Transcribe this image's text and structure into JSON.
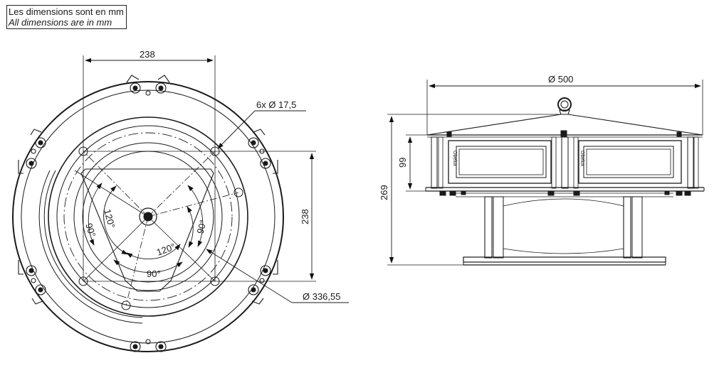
{
  "units_note": {
    "fr": "Les dimensions sont en mm",
    "en": "All dimensions are in mm"
  },
  "top_view": {
    "dim_hole_spacing_x": "238",
    "dim_hole_spacing_y": "238",
    "hole_callout": "6x  Ø 17,5",
    "bolt_circle": "Ø 336,55",
    "angle_120_a": "120°",
    "angle_120_b": "120°",
    "angle_90_a": "90°",
    "angle_90_b": "90°",
    "angle_90_c": "90°"
  },
  "side_view": {
    "dim_overall_diameter": "Ø 500",
    "dim_total_height": "269",
    "dim_box_height": "99",
    "brand_text": "Obelux"
  }
}
